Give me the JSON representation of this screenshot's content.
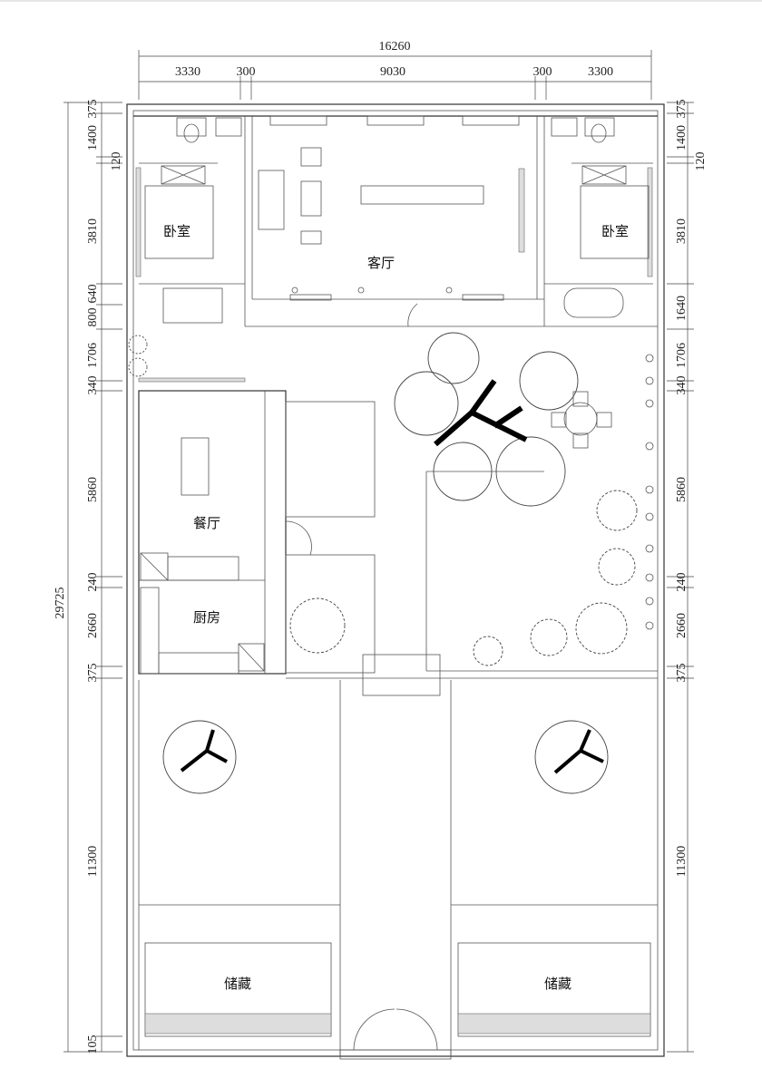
{
  "rooms": {
    "bedroom_left": "卧室",
    "bedroom_right": "卧室",
    "living_room": "客厅",
    "dining_room": "餐厅",
    "kitchen": "厨房",
    "storage_left": "储藏",
    "storage_right": "储藏"
  },
  "dimensions": {
    "top_total": "16260",
    "top": [
      "3330",
      "300",
      "9030",
      "300",
      "3300"
    ],
    "left_total": "29725",
    "left": [
      "375",
      "1400",
      "120",
      "3810",
      "640",
      "800",
      "1706",
      "340",
      "5860",
      "240",
      "2660",
      "375",
      "11300",
      "105"
    ],
    "right": [
      "375",
      "1400",
      "120",
      "3810",
      "1640",
      "1706",
      "340",
      "5860",
      "240",
      "2660",
      "375",
      "11300"
    ]
  }
}
